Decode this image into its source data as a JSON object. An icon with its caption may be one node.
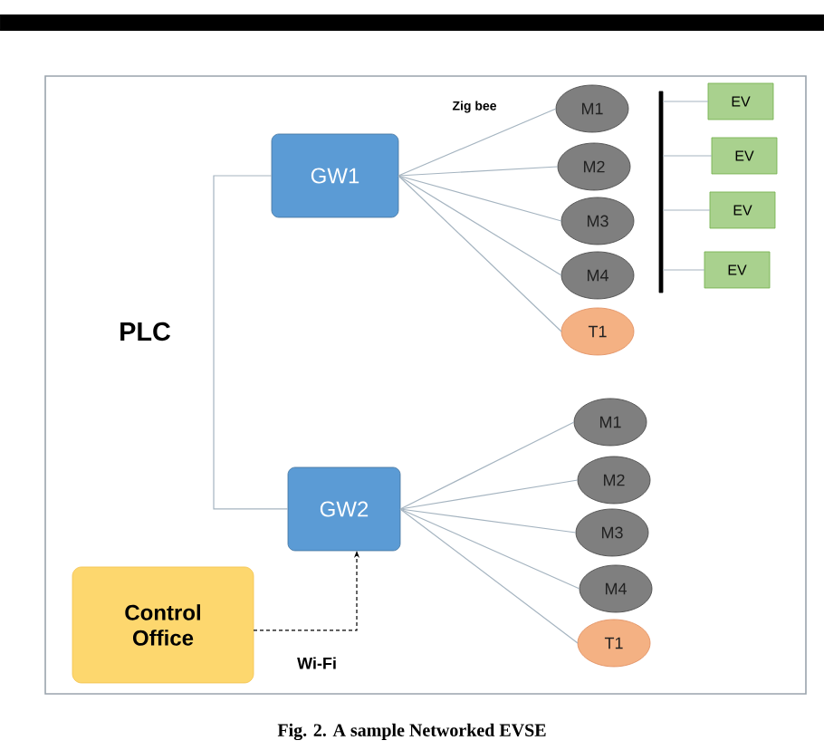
{
  "diagram": {
    "caption": "Fig. 2. A sample Networked EVSE",
    "nodes": [
      {
        "text": [
          "GW1"
        ]
      },
      {
        "text": [
          "M1"
        ]
      },
      {
        "text": [
          "M2"
        ]
      },
      {
        "text": [
          "M3"
        ]
      },
      {
        "text": [
          "M4"
        ]
      },
      {
        "text": [
          "T1"
        ]
      },
      {
        "text": [
          "GW2"
        ]
      },
      {
        "text": [
          "M1"
        ]
      },
      {
        "text": [
          "M2"
        ]
      },
      {
        "text": [
          "M3"
        ]
      },
      {
        "text": [
          "M4"
        ]
      },
      {
        "text": [
          "T1"
        ]
      },
      {
        "text": [
          "Control Office"
        ]
      },
      {
        "text": [],
        "shape": "bar"
      },
      {
        "text": [
          "EV"
        ]
      },
      {
        "text": [
          "EV"
        ]
      },
      {
        "text": [
          "EV"
        ]
      },
      {
        "text": [
          "EV"
        ]
      }
    ],
    "edges": [
      {
        "from": 0,
        "to": 1,
        "arrow": "none"
      },
      {
        "from": 0,
        "to": 2,
        "arrow": "none"
      },
      {
        "from": 0,
        "to": 3,
        "arrow": "none"
      },
      {
        "from": 0,
        "to": 4,
        "arrow": "none"
      },
      {
        "from": 0,
        "to": 5,
        "arrow": "none"
      },
      {
        "from": 6,
        "to": 7,
        "arrow": "none"
      },
      {
        "from": 6,
        "to": 8,
        "arrow": "none"
      },
      {
        "from": 6,
        "to": 9,
        "arrow": "none"
      },
      {
        "from": 6,
        "to": 10,
        "arrow": "none"
      },
      {
        "from": 6,
        "to": 11,
        "arrow": "none"
      },
      {
        "from": 0,
        "to": 6,
        "arrow": "none",
        "label": "PLC"
      },
      {
        "from": 12,
        "to": 6,
        "arrow": "to",
        "style": "dashed",
        "color": "#000000",
        "label": "Wi-Fi"
      },
      {
        "from": 13,
        "to": 14,
        "arrow": "none"
      },
      {
        "from": 13,
        "to": 15,
        "arrow": "none"
      },
      {
        "from": 13,
        "to": 16,
        "arrow": "none"
      },
      {
        "from": 13,
        "to": 17,
        "arrow": "none"
      }
    ],
    "labels": [
      "Zig bee"
    ]
  }
}
